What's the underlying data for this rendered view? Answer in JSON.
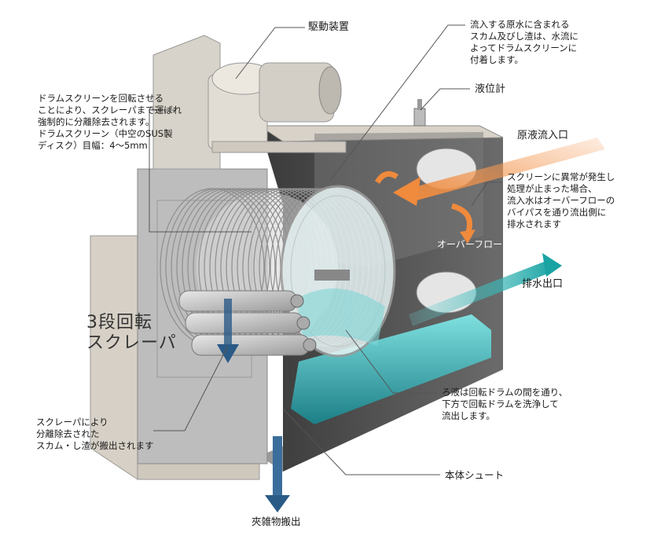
{
  "labels": {
    "drive_unit": "駆動装置",
    "inflow_note": "流入する原水に含まれる\nスカム及びし渣は、水流に\nよってドラムスクリーンに\n付着します。",
    "level_meter": "液位計",
    "raw_inlet": "原液流入口",
    "drum_note": "ドラムスクリーンを回転させる\nことにより、スクレーパまで運ばれ\n強制的に分離除去されます。\nドラムスクリーン（中空のSUS製\nディスク）目幅：4～5mm",
    "overflow_note": "スクリーンに異常が発生し\n処理が止まった場合、\n流入水はオーバーフローの\nバイパスを通り流出側に\n排水されます",
    "overflow": "オーバーフロー",
    "outlet": "排水出口",
    "scraper_big": "3段回転\nスクレーパ",
    "filtrate_note": "ろ液は回転ドラムの間を通り、\n下方で回転ドラムを洗浄して\n流出します。",
    "scraper_note": "スクレーパにより\n分離除去された\nスカム・し渣が搬出されます",
    "chute": "本体シュート",
    "discharge": "夾雑物搬出"
  },
  "colors": {
    "water": "#2fa6a8",
    "inflow_arrow": "#f08a3c",
    "debris_arrow": "#2a5a86",
    "steel": "#c9c9c9",
    "frame": "#4a4a4a"
  }
}
